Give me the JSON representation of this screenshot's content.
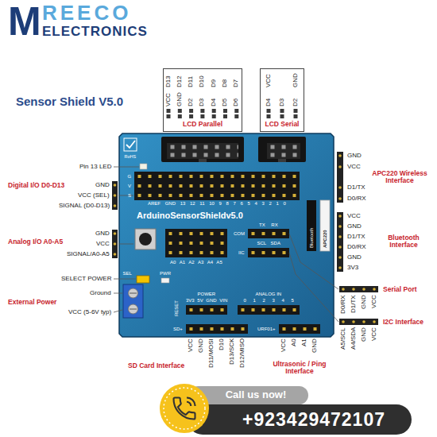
{
  "diagram": {
    "title": "Sensor Shield V5.0",
    "nodes": [
      {
        "text": [
          "LCD Parallel"
        ]
      },
      {
        "text": [
          "LCD Serial"
        ]
      },
      {
        "text": [
          "Call us now!"
        ]
      },
      {
        "text": [
          "+923429472107"
        ]
      }
    ],
    "labels": [
      "M",
      "REECO",
      "ELECTRONICS",
      "D13",
      "D12",
      "D11",
      "D10",
      "D9",
      "D8",
      "D7",
      "VCC",
      "GND",
      "D2",
      "D3",
      "D4",
      "D5",
      "D6",
      "VCC",
      "GND",
      "D4",
      "D3",
      "D2",
      "Pin 13 LED",
      "Digital I/O D0-D13",
      "GND",
      "VCC (SEL)",
      "SIGNAL (D0-D13)",
      "Analog I/O A0-A5",
      "GND",
      "VCC",
      "SIGNAL/A0-A5",
      "SELECT POWER",
      "Ground",
      "External Power",
      "VCC (5-6V typ)",
      "GND",
      "VCC",
      "APC220 Wireless Interface",
      "D1/TX",
      "D0/RX",
      "VCC",
      "GND",
      "D1/TX",
      "D0/RX",
      "GND",
      "3V3",
      "Bluetooth Interface",
      "Serial Port",
      "D0/RX",
      "D1/TX",
      "GND",
      "VCC",
      "I2C Interface",
      "A5/SCL",
      "A4/SDA",
      "GND",
      "VCC",
      "VCC",
      "GND",
      "D11/MOSI",
      "D10",
      "D13/SCK",
      "D12/MISO",
      "SD Card Interface",
      "VCC",
      "A0",
      "A1",
      "GND",
      "Ultrasonic / Ping Interface",
      "RoHS",
      "G",
      "V",
      "S",
      "AREF GND 13 12 11 10 9 8 7 6 5 4 3 2 1 0",
      "ArduinoSensorShieldv5.0",
      "A0 A1 A2 A3 A4 A5",
      "TX RX",
      "COM",
      "SCL SDA",
      "IIC",
      "Bluetooth",
      "APC220",
      "SEL",
      "PWR",
      "RESET",
      "POWER",
      "3V3 5V GND VIN",
      "ANALOG IN",
      "0 1 2 3 4 5",
      "SD+",
      "URF01+"
    ]
  }
}
